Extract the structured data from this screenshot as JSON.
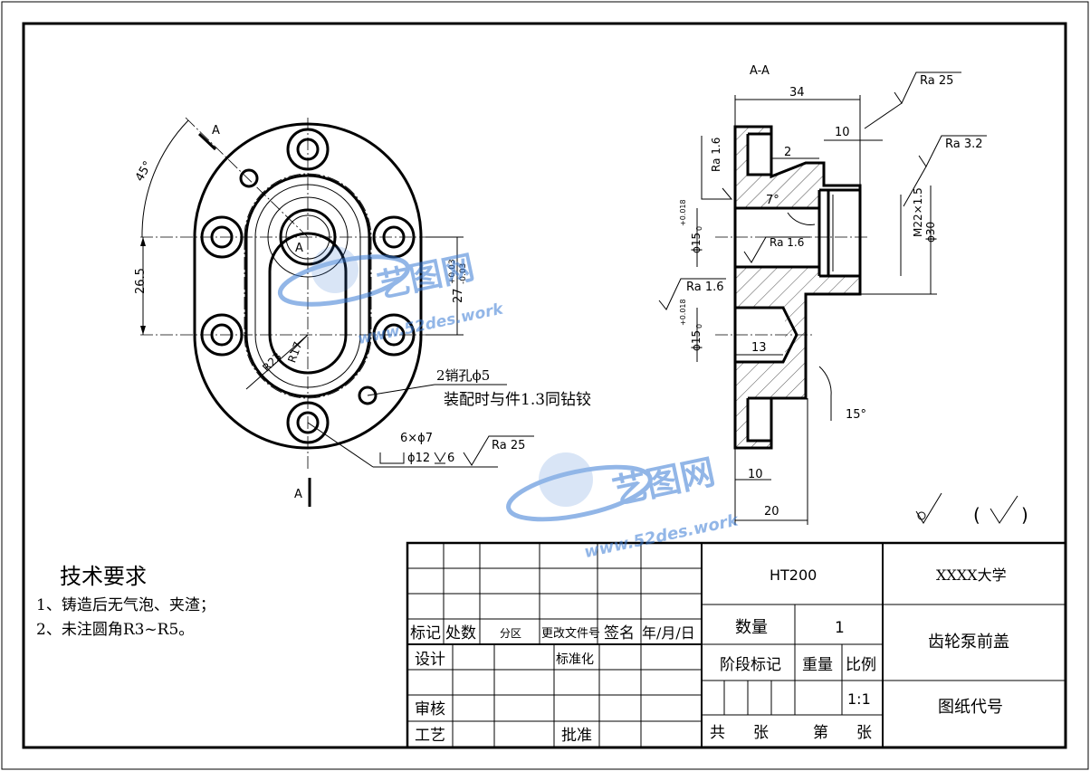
{
  "section_label": "A-A",
  "cut_marks": {
    "top": "A",
    "bottom": "A",
    "center": "A"
  },
  "front_view": {
    "angle": "45°",
    "dim_vertical": "26.5",
    "dim_height": "27",
    "tol_upper": "+0.03",
    "tol_lower": "-0.03",
    "radius_outer": "R23",
    "radius_inner": "R17",
    "pin_note": "2销孔ϕ5",
    "assembly_note": "装配时与件1.3同钻铰",
    "hole_count_note": "6×ϕ7",
    "counterbore_note": "ϕ12",
    "counterbore_depth": "6",
    "roughness_ra25": "Ra 25"
  },
  "section_view": {
    "dim_34": "34",
    "dim_10_top": "10",
    "dim_2": "2",
    "dim_7deg": "7°",
    "ra_25": "Ra 25",
    "ra_32": "Ra 3.2",
    "ra_16_a": "Ra 1.6",
    "ra_16_b": "Ra 1.6",
    "ra_16_c": "Ra 1.6",
    "dim_phi15_a": "ϕ15",
    "dim_phi15_b": "ϕ15",
    "tol_phi15_upper": "+0.018",
    "tol_phi15_lower": "0",
    "thread": "M22×1.5",
    "dim_phi30": "ϕ30",
    "dim_13": "13",
    "dim_15deg": "15°",
    "dim_10_bottom": "10",
    "dim_20": "20"
  },
  "notes": {
    "title": "技术要求",
    "items": [
      "1、铸造后无气泡、夹渣；",
      "2、未注圆角R3~R5。"
    ]
  },
  "other_roughness": {
    "paren_open": "(",
    "paren_close": ")"
  },
  "title_block": {
    "material": "HT200",
    "school": "XXXX大学",
    "part_name": "齿轮泵前盖",
    "drawing_code": "图纸代号",
    "quantity_label": "数量",
    "quantity": "1",
    "stage_mark": "阶段标记",
    "weight": "重量",
    "scale_label": "比例",
    "scale": "1:1",
    "total_sheets": "共",
    "sheet_unit_a": "张",
    "sheet_no": "第",
    "sheet_unit_b": "张",
    "rev_mark": "标记",
    "rev_count": "处数",
    "rev_zone": "分区",
    "rev_doc": "更改文件号",
    "rev_sign": "签名",
    "rev_date": "年/月/日",
    "design": "设计",
    "standard": "标准化",
    "review": "审核",
    "process": "工艺",
    "approve": "批准"
  },
  "watermark": {
    "brand": "艺图网",
    "url": "www.52des.work"
  },
  "colors": {
    "watermark": "#3a7bd5",
    "line": "#000000"
  }
}
